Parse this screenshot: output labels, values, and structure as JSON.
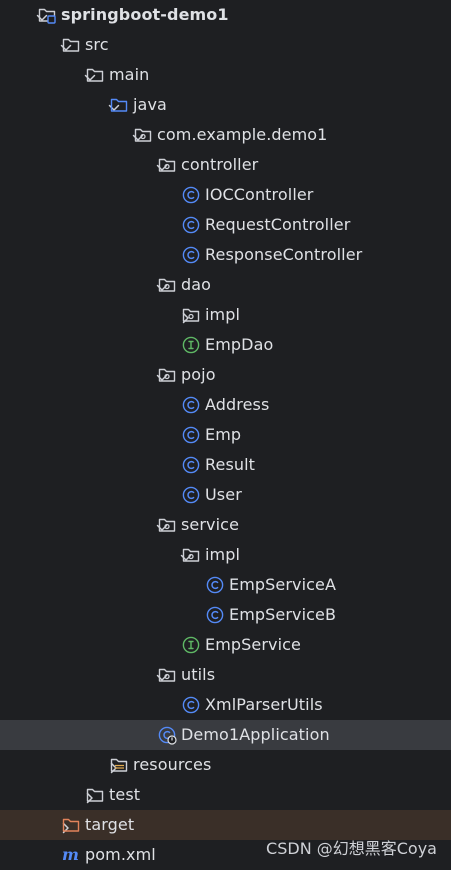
{
  "tree": [
    {
      "label": "springboot-demo1",
      "depth": 0,
      "arrow": "down",
      "icon": "module-folder-icon",
      "bold": true
    },
    {
      "label": "src",
      "depth": 1,
      "arrow": "down",
      "icon": "folder-icon"
    },
    {
      "label": "main",
      "depth": 2,
      "arrow": "down",
      "icon": "folder-icon"
    },
    {
      "label": "java",
      "depth": 3,
      "arrow": "down",
      "icon": "source-folder-icon"
    },
    {
      "label": "com.example.demo1",
      "depth": 4,
      "arrow": "down",
      "icon": "package-icon"
    },
    {
      "label": "controller",
      "depth": 5,
      "arrow": "down",
      "icon": "package-icon"
    },
    {
      "label": "IOCController",
      "depth": 6,
      "arrow": "none",
      "icon": "class-icon"
    },
    {
      "label": "RequestController",
      "depth": 6,
      "arrow": "none",
      "icon": "class-icon"
    },
    {
      "label": "ResponseController",
      "depth": 6,
      "arrow": "none",
      "icon": "class-icon"
    },
    {
      "label": "dao",
      "depth": 5,
      "arrow": "down",
      "icon": "package-icon"
    },
    {
      "label": "impl",
      "depth": 6,
      "arrow": "right",
      "icon": "package-icon"
    },
    {
      "label": "EmpDao",
      "depth": 6,
      "arrow": "none",
      "icon": "interface-icon"
    },
    {
      "label": "pojo",
      "depth": 5,
      "arrow": "down",
      "icon": "package-icon"
    },
    {
      "label": "Address",
      "depth": 6,
      "arrow": "none",
      "icon": "class-icon"
    },
    {
      "label": "Emp",
      "depth": 6,
      "arrow": "none",
      "icon": "class-icon"
    },
    {
      "label": "Result",
      "depth": 6,
      "arrow": "none",
      "icon": "class-icon"
    },
    {
      "label": "User",
      "depth": 6,
      "arrow": "none",
      "icon": "class-icon"
    },
    {
      "label": "service",
      "depth": 5,
      "arrow": "down",
      "icon": "package-icon"
    },
    {
      "label": "impl",
      "depth": 6,
      "arrow": "down",
      "icon": "package-icon"
    },
    {
      "label": "EmpServiceA",
      "depth": 7,
      "arrow": "none",
      "icon": "class-icon"
    },
    {
      "label": "EmpServiceB",
      "depth": 7,
      "arrow": "none",
      "icon": "class-icon"
    },
    {
      "label": "EmpService",
      "depth": 6,
      "arrow": "none",
      "icon": "interface-icon"
    },
    {
      "label": "utils",
      "depth": 5,
      "arrow": "down",
      "icon": "package-icon"
    },
    {
      "label": "XmlParserUtils",
      "depth": 6,
      "arrow": "none",
      "icon": "class-icon"
    },
    {
      "label": "Demo1Application",
      "depth": 5,
      "arrow": "none",
      "icon": "spring-boot-class-icon",
      "selected": true
    },
    {
      "label": "resources",
      "depth": 3,
      "arrow": "right",
      "icon": "resources-folder-icon"
    },
    {
      "label": "test",
      "depth": 2,
      "arrow": "right",
      "icon": "folder-icon"
    },
    {
      "label": "target",
      "depth": 1,
      "arrow": "right",
      "icon": "excluded-folder-icon",
      "excluded": true
    },
    {
      "label": "pom.xml",
      "depth": 1,
      "arrow": "none",
      "icon": "maven-icon"
    }
  ],
  "watermark": "CSDN @幻想黑客Coya",
  "colors": {
    "background": "#1e1f22",
    "text": "#dfe1e5",
    "selected_row": "#393b40",
    "excluded_row": "#3a2f28",
    "class_icon": "#548af7",
    "interface_icon": "#5fb865",
    "folder_icon": "#ced0d6",
    "source_folder_icon": "#548af7",
    "excluded_folder_icon": "#e2835b",
    "maven_icon": "#548af7"
  }
}
